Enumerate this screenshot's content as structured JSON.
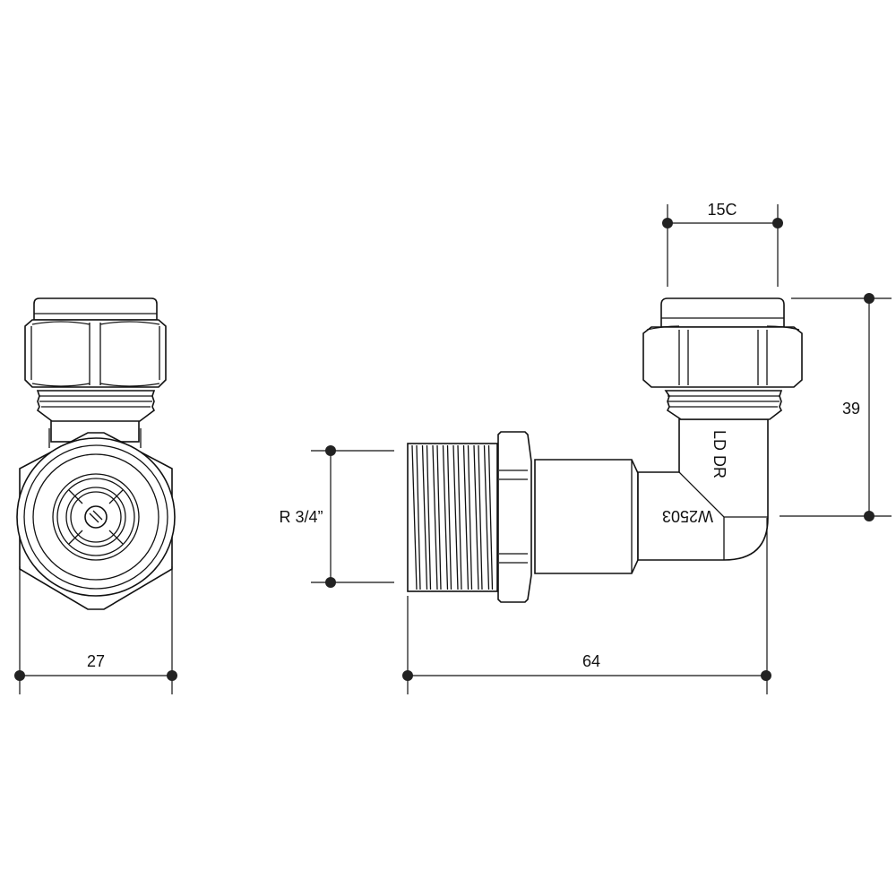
{
  "title": "Compression elbow fitting technical drawing",
  "dimensions": {
    "width_front": "27",
    "length_total": "64",
    "thread_size": "R 3/4”",
    "pipe_size": "15C",
    "height": "39"
  },
  "markings": {
    "body_vertical": "LD DR",
    "body_horizontal": "W2503"
  },
  "colors": {
    "line": "#111111",
    "background": "#ffffff"
  }
}
